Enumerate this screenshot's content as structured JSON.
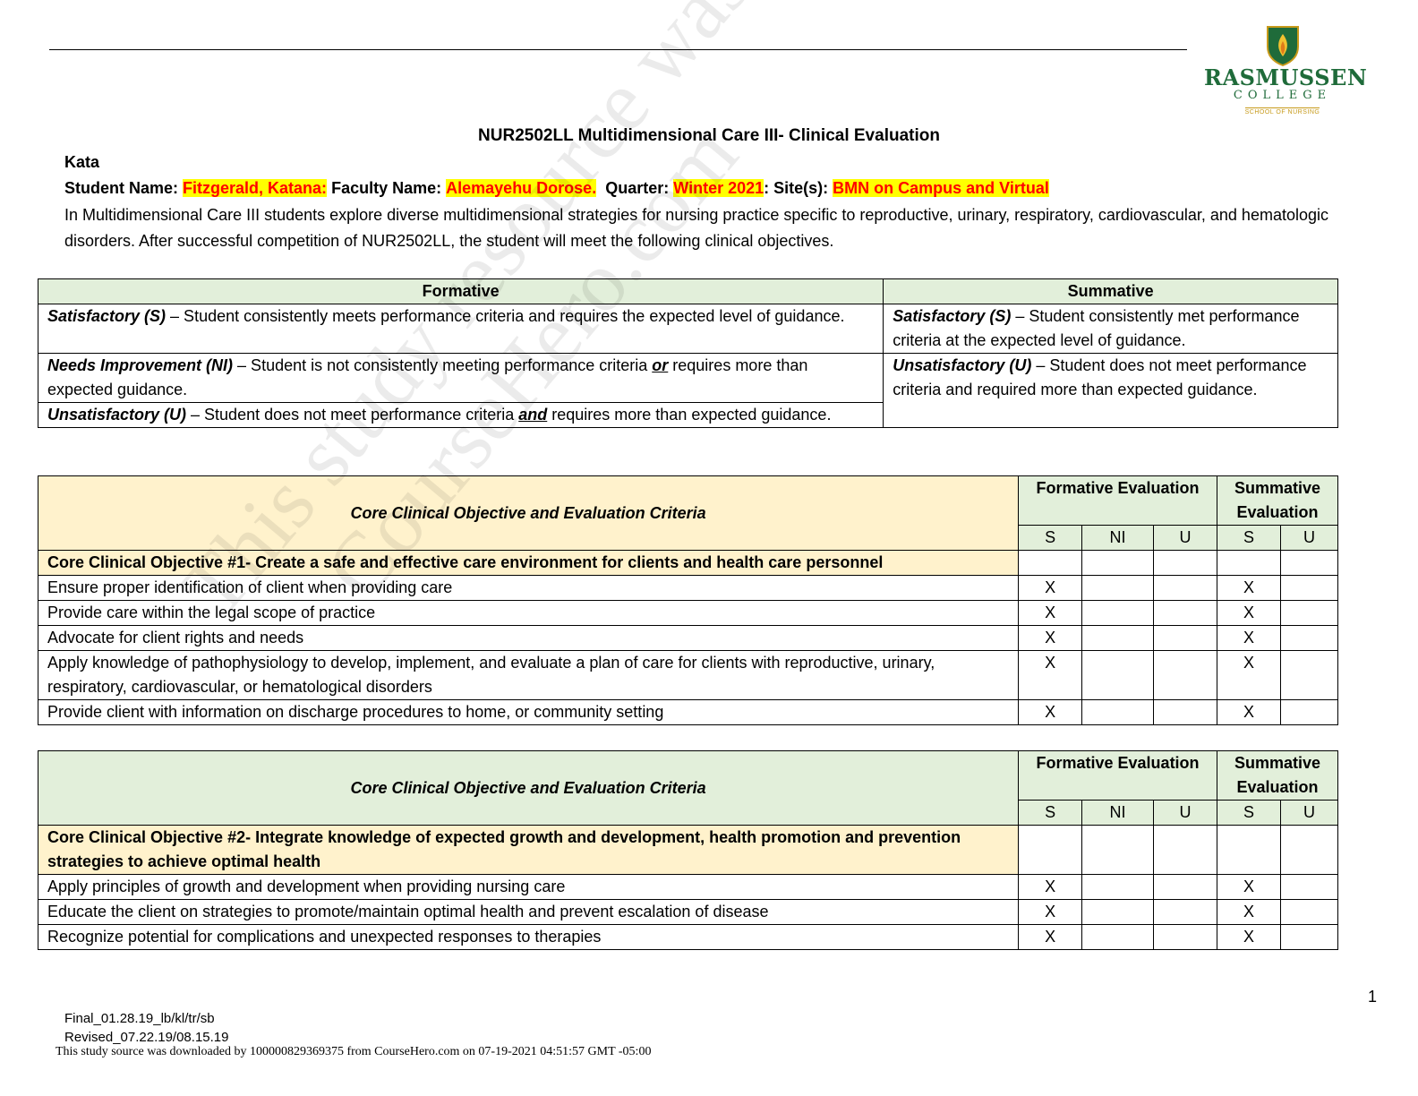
{
  "logo": {
    "name": "RASMUSSEN",
    "college": "COLLEGE",
    "sub": "SCHOOL OF NURSING"
  },
  "title": "NUR2502LL Multidimensional Care III- Clinical Evaluation",
  "kata": "Kata",
  "student_line": {
    "student_label": "Student Name:",
    "student_value": "Fitzgerald, Katana:",
    "faculty_label": "Faculty Name:",
    "faculty_value": "Alemayehu Dorose.",
    "quarter_label": "Quarter:",
    "quarter_value": "Winter 2021",
    "site_label": ": Site(s):",
    "site_value": "BMN on Campus and Virtual"
  },
  "intro": "In Multidimensional Care III students explore diverse multidimensional strategies for nursing practice specific to reproductive, urinary, respiratory, cardiovascular, and hematologic disorders. After successful competition of NUR2502LL, the student will meet the following clinical objectives.",
  "legend": {
    "formative_header": "Formative",
    "summative_header": "Summative",
    "f_s_term": "Satisfactory (S)",
    "f_s_text": " – Student consistently meets performance criteria and requires the expected level of guidance.",
    "f_ni_term": "Needs Improvement (NI)",
    "f_ni_text1": " – Student is not consistently meeting performance criteria ",
    "f_ni_or": "or",
    "f_ni_text2": " requires more than expected guidance.",
    "f_u_term": "Unsatisfactory (U)",
    "f_u_text1": " – Student does not meet performance criteria ",
    "f_u_and": "and",
    "f_u_text2": " requires more than expected guidance.",
    "s_s_term": "Satisfactory (S)",
    "s_s_text": " – Student consistently met performance criteria at the expected level of guidance.",
    "s_u_term": "Unsatisfactory (U)",
    "s_u_text": " – Student does not meet performance criteria and required more than expected guidance."
  },
  "eval_headers": {
    "criteria": "Core Clinical Objective and Evaluation Criteria",
    "formative": "Formative Evaluation",
    "summative": "Summative Evaluation",
    "s": "S",
    "ni": "NI",
    "u": "U"
  },
  "objective1": {
    "title": "Core Clinical Objective #1- Create a safe and effective care environment for clients and health care personnel",
    "rows": [
      {
        "text": "Ensure proper identification of client when providing care",
        "f_s": "X",
        "f_ni": "",
        "f_u": "",
        "s_s": "X",
        "s_u": ""
      },
      {
        "text": "Provide care within the legal scope of practice",
        "f_s": "X",
        "f_ni": "",
        "f_u": "",
        "s_s": "X",
        "s_u": ""
      },
      {
        "text": "Advocate for client rights and needs",
        "f_s": "X",
        "f_ni": "",
        "f_u": "",
        "s_s": "X",
        "s_u": ""
      },
      {
        "text": "Apply knowledge of pathophysiology to develop, implement, and evaluate a plan of care for clients with reproductive, urinary, respiratory, cardiovascular, or hematological disorders",
        "f_s": "X",
        "f_ni": "",
        "f_u": "",
        "s_s": "X",
        "s_u": ""
      },
      {
        "text": "Provide client with information on discharge procedures to home, or community setting",
        "f_s": "X",
        "f_ni": "",
        "f_u": "",
        "s_s": "X",
        "s_u": ""
      }
    ]
  },
  "objective2": {
    "title": "Core Clinical Objective #2- Integrate knowledge of expected growth and development, health promotion and prevention strategies to achieve optimal health",
    "rows": [
      {
        "text": "Apply principles of growth and development when providing nursing care",
        "f_s": "X",
        "f_ni": "",
        "f_u": "",
        "s_s": "X",
        "s_u": ""
      },
      {
        "text": "Educate the client on strategies to promote/maintain optimal health and prevent escalation of disease",
        "f_s": "X",
        "f_ni": "",
        "f_u": "",
        "s_s": "X",
        "s_u": ""
      },
      {
        "text": "Recognize potential for complications and unexpected responses to therapies",
        "f_s": "X",
        "f_ni": "",
        "f_u": "",
        "s_s": "X",
        "s_u": ""
      }
    ]
  },
  "page_number": "1",
  "footer": {
    "final": "Final_01.28.19_lb/kl/tr/sb",
    "revised": "Revised_07.22.19/08.15.19",
    "download": "This study source was downloaded by 100000829369375 from CourseHero.com on 07-19-2021 04:51:57 GMT -05:00"
  },
  "watermark": {
    "line1": "This study resource was shared via",
    "line2": "CourseHero.com"
  }
}
